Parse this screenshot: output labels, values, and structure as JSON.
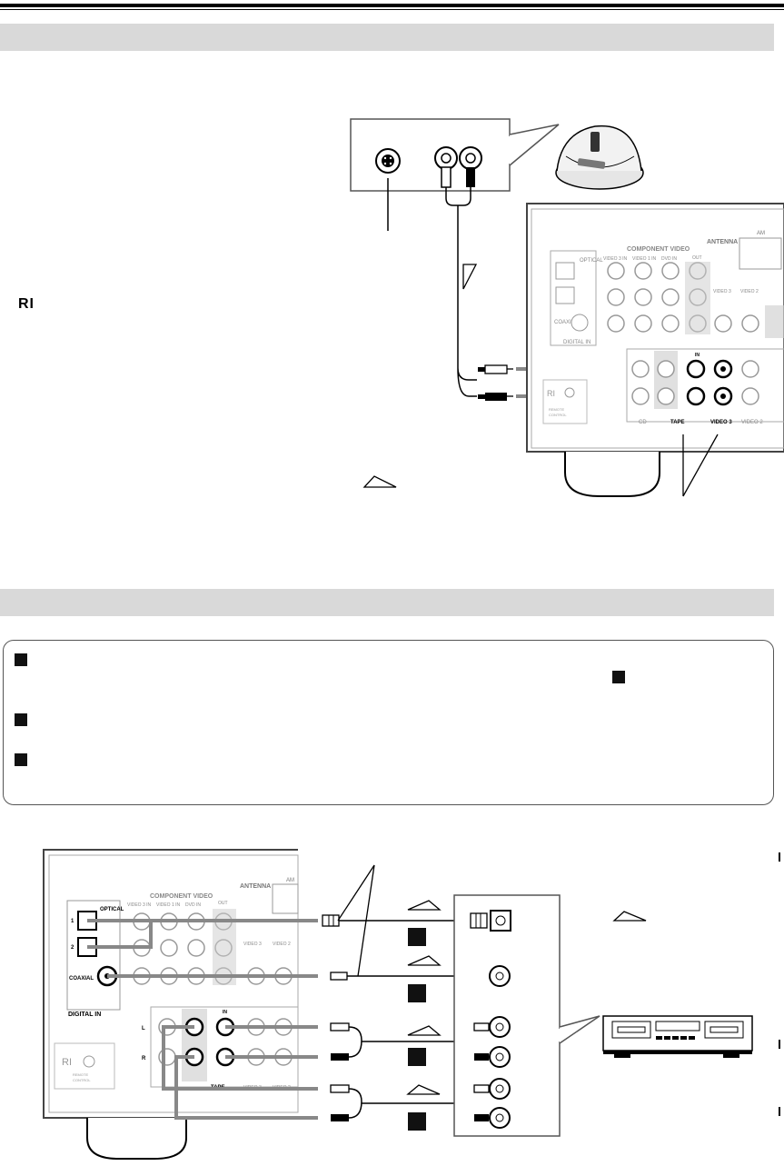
{
  "header": {
    "rule": ""
  },
  "sections": [
    {
      "id": "section-1",
      "title": ""
    },
    {
      "id": "section-2",
      "title": ""
    }
  ],
  "logo": {
    "ri": "RI"
  },
  "steps": [
    "",
    "",
    "",
    ""
  ],
  "receiver_top": {
    "antenna": "ANTENNA",
    "am": "AM",
    "component_video": "COMPONENT VIDEO",
    "video3_in": "VIDEO 3 IN",
    "video1_in": "VIDEO 1 IN",
    "dvd_in": "DVD IN",
    "out": "OUT",
    "optical": "OPTICAL",
    "coaxial": "COAXIAL",
    "digital_in": "DIGITAL IN",
    "video3": "VIDEO 3",
    "video2": "VIDEO 2",
    "in": "IN",
    "cd": "CD",
    "tape": "TAPE",
    "remote_control": "REMOTE\nCONTROL",
    "ri": "RI"
  },
  "receiver_bottom": {
    "antenna": "ANTENNA",
    "am": "AM",
    "component_video": "COMPONENT VIDEO",
    "video3_in": "VIDEO 3 IN",
    "video1_in": "VIDEO 1 IN",
    "dvd_in": "DVD IN",
    "out": "OUT",
    "optical": "OPTICAL",
    "coaxial": "COAXIAL",
    "digital_in": "DIGITAL IN",
    "video3": "VIDEO 3",
    "video2": "VIDEO 2",
    "in": "IN",
    "tape": "TAPE",
    "l": "L",
    "r": "R",
    "one": "1",
    "two": "2",
    "remote_control": "REMOTE\nCONTROL",
    "ri": "RI"
  },
  "badges": [
    "",
    "",
    "",
    ""
  ],
  "colors": {
    "band": "#d9d9d9",
    "cable": "#888888",
    "ink": "#000000"
  }
}
